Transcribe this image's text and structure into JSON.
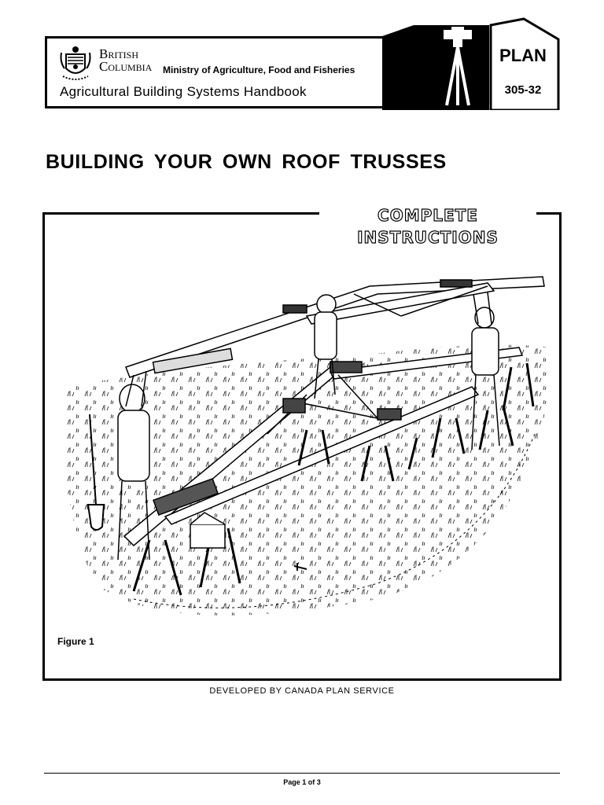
{
  "header": {
    "province_line1": "British",
    "province_line2": "Columbia",
    "ministry": "Ministry of Agriculture, Food and Fisheries",
    "handbook_title": "Agricultural Building Systems Handbook",
    "plan_label": "PLAN",
    "plan_number": "305-32",
    "crest_icon": "bc-coat-of-arms-icon",
    "tripod_icon": "surveyor-level-tripod-icon"
  },
  "title": "BUILDING YOUR OWN ROOF TRUSSES",
  "figure": {
    "banner": "COMPLETE INSTRUCTIONS",
    "caption": "Figure 1",
    "illustration": "roof-truss-assembly-illustration"
  },
  "credit": "DEVELOPED BY CANADA PLAN SERVICE",
  "footer": {
    "page": "Page 1 of 3"
  }
}
